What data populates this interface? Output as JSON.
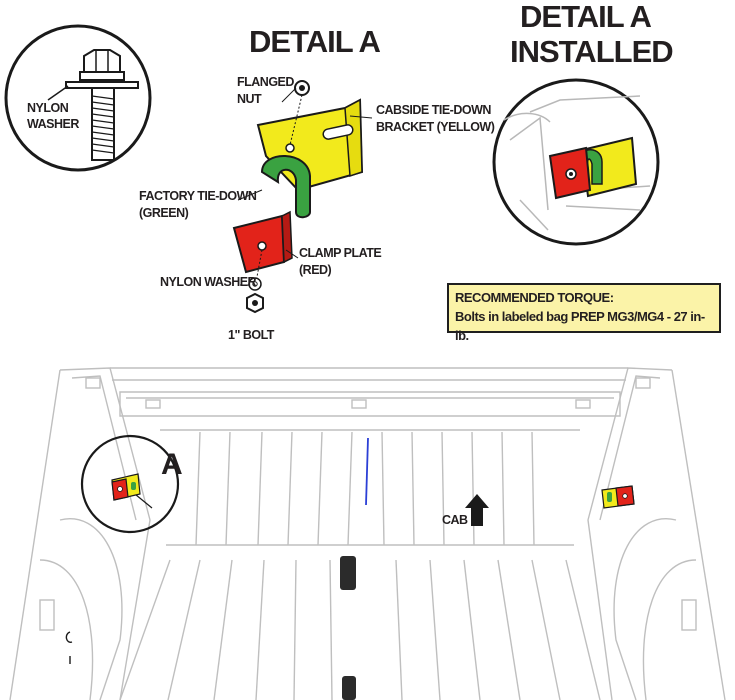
{
  "detail_a": {
    "title": "DETAIL A",
    "labels": {
      "flanged_nut": [
        "FLANGED",
        "NUT"
      ],
      "cabside_bracket": [
        "CABSIDE TIE-DOWN",
        "BRACKET (YELLOW)"
      ],
      "factory_tiedown": [
        "FACTORY TIE-DOWN",
        "(GREEN)"
      ],
      "clamp_plate": [
        "CLAMP PLATE",
        "(RED)"
      ],
      "nylon_washer": "NYLON WASHER",
      "bolt": "1\" BOLT"
    }
  },
  "bolt_inset": {
    "label": [
      "NYLON",
      "WASHER"
    ]
  },
  "detail_installed": {
    "title": [
      "DETAIL A",
      "INSTALLED"
    ]
  },
  "torque": {
    "heading": "RECOMMENDED TORQUE:",
    "text": "Bolts in labeled bag PREP MG3/MG4 - 27 in-lb."
  },
  "truck": {
    "callout": "A",
    "cab_label": "CAB"
  },
  "colors": {
    "yellow": "#f2ea1c",
    "red": "#e2231a",
    "green": "#3aa241",
    "blue": "#2b3fd6",
    "torque_bg": "#fbf3a8"
  }
}
